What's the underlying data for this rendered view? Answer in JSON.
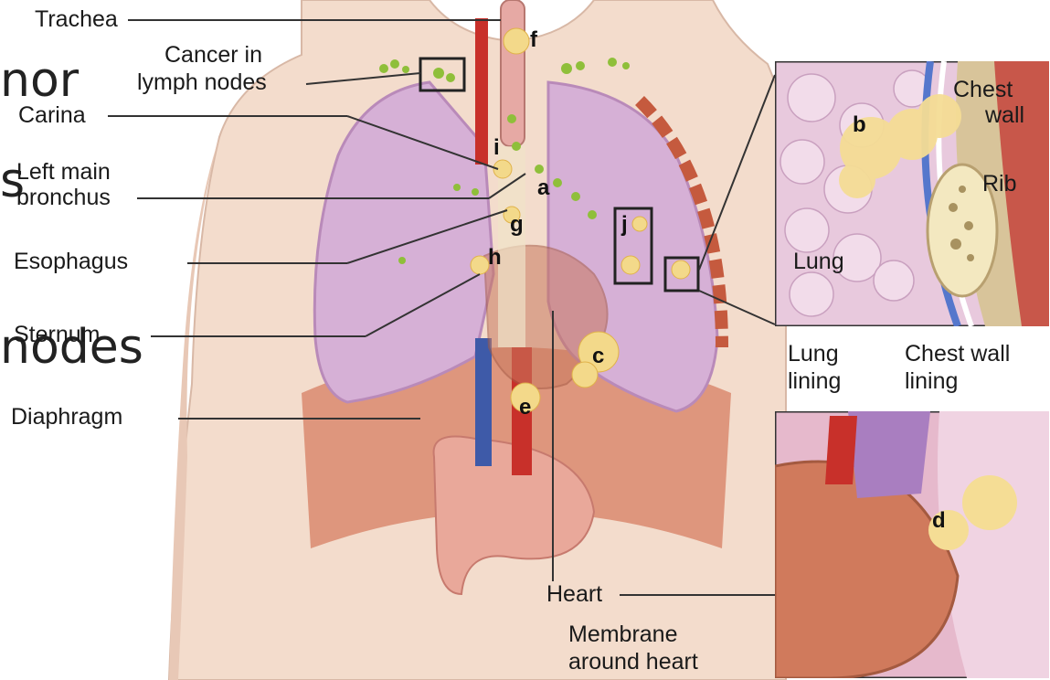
{
  "background_fragments": {
    "frag1": "nor",
    "frag2": "s",
    "frag3": "nodes"
  },
  "labels": {
    "trachea": "Trachea",
    "cancer_lymph_line1": "Cancer in",
    "cancer_lymph_line2": "lymph nodes",
    "carina": "Carina",
    "left_main_line1": "Left main",
    "left_main_line2": "bronchus",
    "esophagus": "Esophagus",
    "sternum": "Sternum",
    "diaphragm": "Diaphragm",
    "heart": "Heart",
    "membrane_line1": "Membrane",
    "membrane_line2": "around heart"
  },
  "inset_top": {
    "chest_wall_line1": "Chest",
    "chest_wall_line2": "wall",
    "rib": "Rib",
    "lung": "Lung",
    "lung_lining_line1": "Lung",
    "lung_lining_line2": "lining",
    "chest_wall_lining_line1": "Chest wall",
    "chest_wall_lining_line2": "lining"
  },
  "letters": {
    "a": "a",
    "b": "b",
    "c": "c",
    "d": "d",
    "e": "e",
    "f": "f",
    "g": "g",
    "h": "h",
    "i": "i",
    "j": "j"
  },
  "colors": {
    "skin": "#f3dccc",
    "lung": "#d6b0d6",
    "lung_dark": "#b98ab9",
    "diaphragm": "#d98a6e",
    "vessel_red": "#c8302a",
    "vessel_blue": "#3e5aa8",
    "tumor": "#f3d98a",
    "lymph": "#8fbf3a",
    "heart": "#c9795f"
  }
}
